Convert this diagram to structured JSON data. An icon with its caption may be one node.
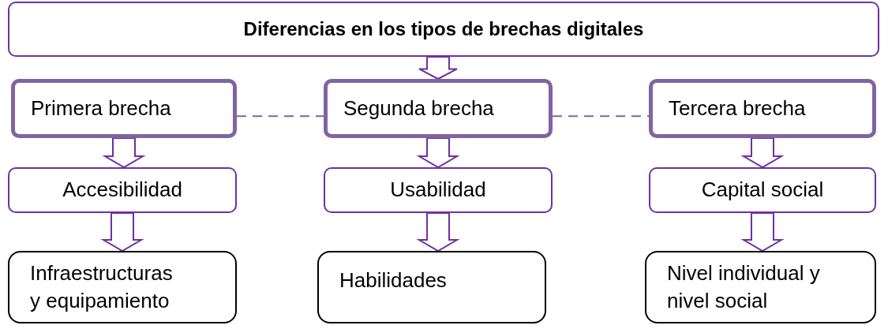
{
  "diagram": {
    "nodes": [
      {
        "text": [
          "Diferencias en los tipos de brechas digitales"
        ]
      },
      {
        "text": [
          "Primera brecha"
        ]
      },
      {
        "text": [
          "Segunda brecha"
        ]
      },
      {
        "text": [
          "Tercera brecha"
        ]
      },
      {
        "text": [
          "Accesibilidad"
        ]
      },
      {
        "text": [
          "Usabilidad"
        ]
      },
      {
        "text": [
          "Capital social"
        ]
      },
      {
        "text": [
          "Infraestructuras y equipamiento"
        ]
      },
      {
        "text": [
          "Habilidades"
        ]
      },
      {
        "text": [
          "Nivel individual y nivel social"
        ]
      }
    ],
    "edges": [
      {
        "from": 0,
        "to": 2,
        "arrow": "to",
        "style": "thick"
      },
      {
        "from": 1,
        "to": 2,
        "arrow": "none",
        "style": "dashed",
        "color": "#8064a2"
      },
      {
        "from": 2,
        "to": 3,
        "arrow": "none",
        "style": "dashed",
        "color": "#8064a2"
      },
      {
        "from": 1,
        "to": 4,
        "arrow": "to",
        "style": "thick"
      },
      {
        "from": 2,
        "to": 5,
        "arrow": "to",
        "style": "thick"
      },
      {
        "from": 3,
        "to": 6,
        "arrow": "to",
        "style": "thick"
      },
      {
        "from": 4,
        "to": 7,
        "arrow": "to",
        "style": "thick"
      },
      {
        "from": 5,
        "to": 8,
        "arrow": "to",
        "style": "thick"
      },
      {
        "from": 6,
        "to": 9,
        "arrow": "to",
        "style": "thick"
      }
    ]
  }
}
